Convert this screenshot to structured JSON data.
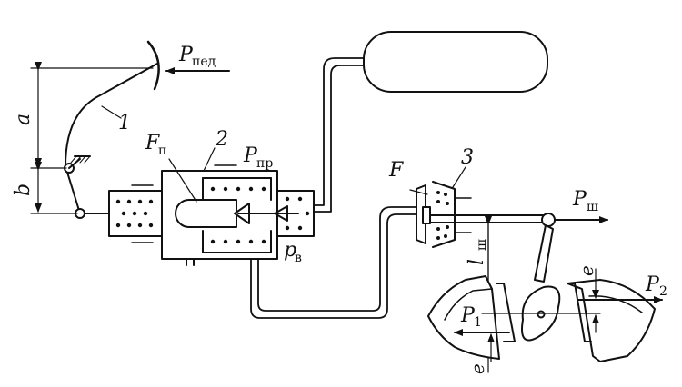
{
  "labels": {
    "p_ped_main": "P",
    "p_ped_sub": "пед",
    "a": "a",
    "b": "b",
    "num1": "1",
    "num2": "2",
    "num3": "3",
    "f_p_main": "F",
    "f_p_sub": "п",
    "p_pr_main": "P",
    "p_pr_sub": "пр",
    "p_v_main": "p",
    "p_v_sub": "в",
    "f": "F",
    "p_sh_main": "P",
    "p_sh_sub": "ш",
    "l_sh_main": "l",
    "l_sh_sub": "ш",
    "p1_main": "P",
    "p1_sub": "1",
    "p2_main": "P",
    "p2_sub": "2",
    "e_top": "e",
    "e_bottom": "e"
  }
}
